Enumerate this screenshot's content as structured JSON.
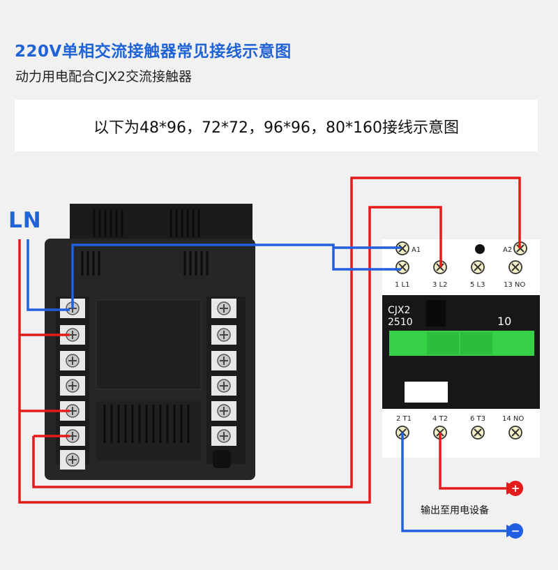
{
  "title": "220V单相交流接触器常见接线示意图",
  "subtitle": "动力用电配合CJX2交流接触器",
  "banner": "以下为48*96，72*72，96*96，80*160接线示意图",
  "ln_label": "LN",
  "contactor": {
    "top_labels": [
      "A1",
      "A2",
      "1 L1",
      "3 L2",
      "5 L3",
      "13 NO"
    ],
    "model": "CJX2",
    "model_code": "2510",
    "rating": "10",
    "bottom_labels": [
      "2 T1",
      "4 T2",
      "6 T3",
      "14 NO"
    ]
  },
  "output": {
    "label": "输出至用电设备",
    "plus": "+",
    "minus": "−"
  },
  "colors": {
    "live_wire": "#e51b1b",
    "neutral_wire": "#1f5fe0",
    "title": "#1f63d6",
    "contactor_bar": "#37d147"
  }
}
